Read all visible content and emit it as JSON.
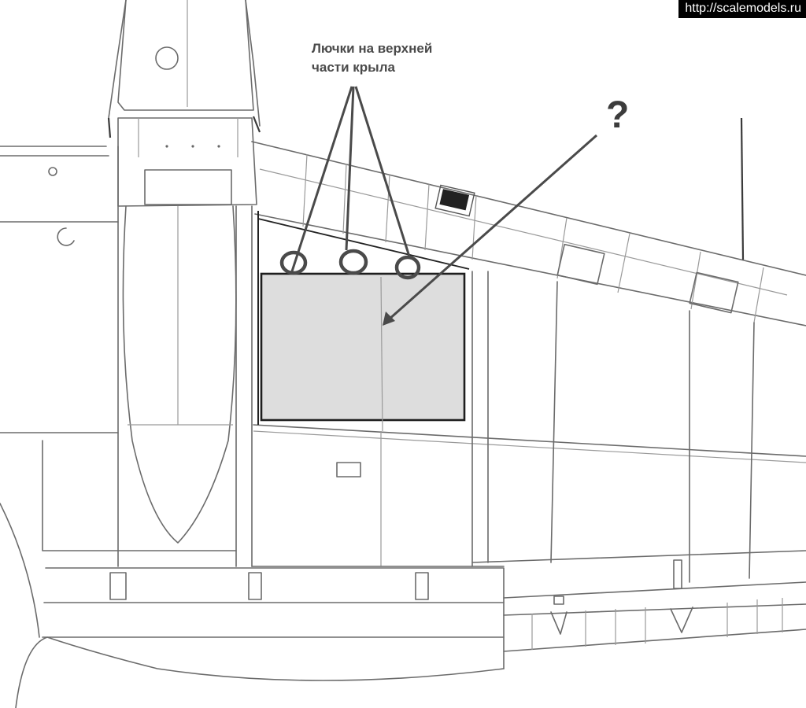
{
  "watermark": "http://scalemodels.ru",
  "annotations": {
    "hatches_label_line1": "Лючки на верхней",
    "hatches_label_line2": "части крыла",
    "question_mark": "?"
  },
  "colors": {
    "line": "#6b6b6b",
    "highlight_fill": "#d9d9d9",
    "highlight_stroke": "#1e1e1e",
    "marker": "#4a4a4a",
    "watermark_bg": "#000000",
    "watermark_text": "#ffffff"
  }
}
